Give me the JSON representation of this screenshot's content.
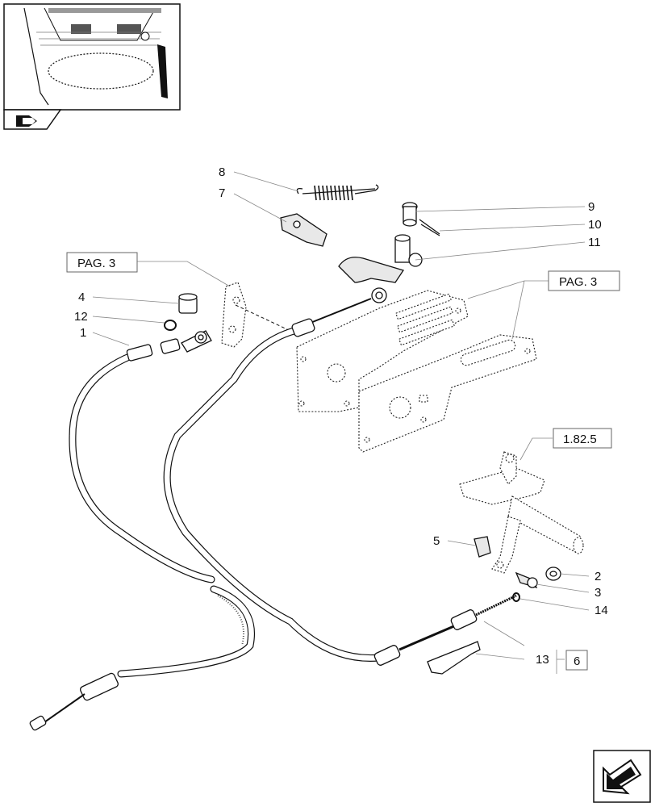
{
  "diagram": {
    "callouts": [
      {
        "id": "c8",
        "text": "8"
      },
      {
        "id": "c7",
        "text": "7"
      },
      {
        "id": "c9",
        "text": "9"
      },
      {
        "id": "c10",
        "text": "10"
      },
      {
        "id": "c11",
        "text": "11"
      },
      {
        "id": "c4",
        "text": "4"
      },
      {
        "id": "c12",
        "text": "12"
      },
      {
        "id": "c1",
        "text": "1"
      },
      {
        "id": "c5",
        "text": "5"
      },
      {
        "id": "c2",
        "text": "2"
      },
      {
        "id": "c3",
        "text": "3"
      },
      {
        "id": "c14",
        "text": "14"
      },
      {
        "id": "c13",
        "text": "13"
      }
    ],
    "references": [
      {
        "id": "r1",
        "text": "PAG. 3"
      },
      {
        "id": "r2",
        "text": "PAG. 3"
      },
      {
        "id": "r3",
        "text": "1.82.5"
      },
      {
        "id": "r4",
        "text": "6"
      }
    ]
  },
  "icons": {
    "thumbnail": "tractor-cab-thumbnail",
    "section_icon": "arrow-section-icon",
    "nav_icon": "next-page-arrow-icon"
  }
}
